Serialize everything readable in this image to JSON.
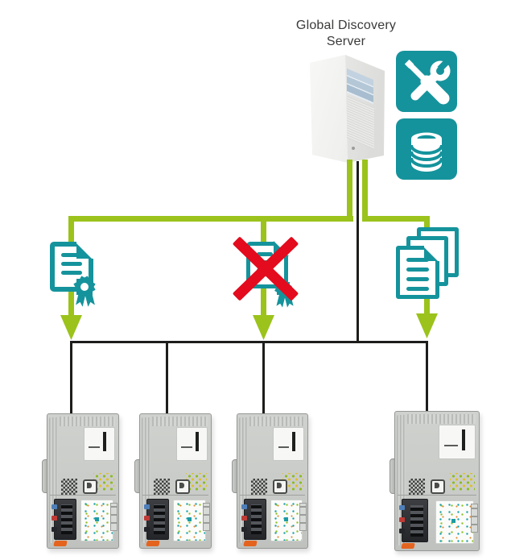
{
  "title": {
    "line1": "Global Discovery",
    "line2": "Server"
  },
  "palette": {
    "green": "#9bc31c",
    "teal": "#15939c",
    "red": "#e30b1d",
    "line": "#1d1d1b",
    "device_gray": "#c9cbc8"
  },
  "icons": {
    "tools": "maintenance-tools-icon",
    "database": "certificate-database-icon",
    "certificate": "certificate-icon",
    "certificate_revoked": "revoked-certificate-icon",
    "documents": "document-stack-icon"
  },
  "devices": [
    {
      "name": "plc-controller-1"
    },
    {
      "name": "plc-controller-2"
    },
    {
      "name": "plc-controller-3"
    },
    {
      "name": "plc-controller-4"
    }
  ]
}
